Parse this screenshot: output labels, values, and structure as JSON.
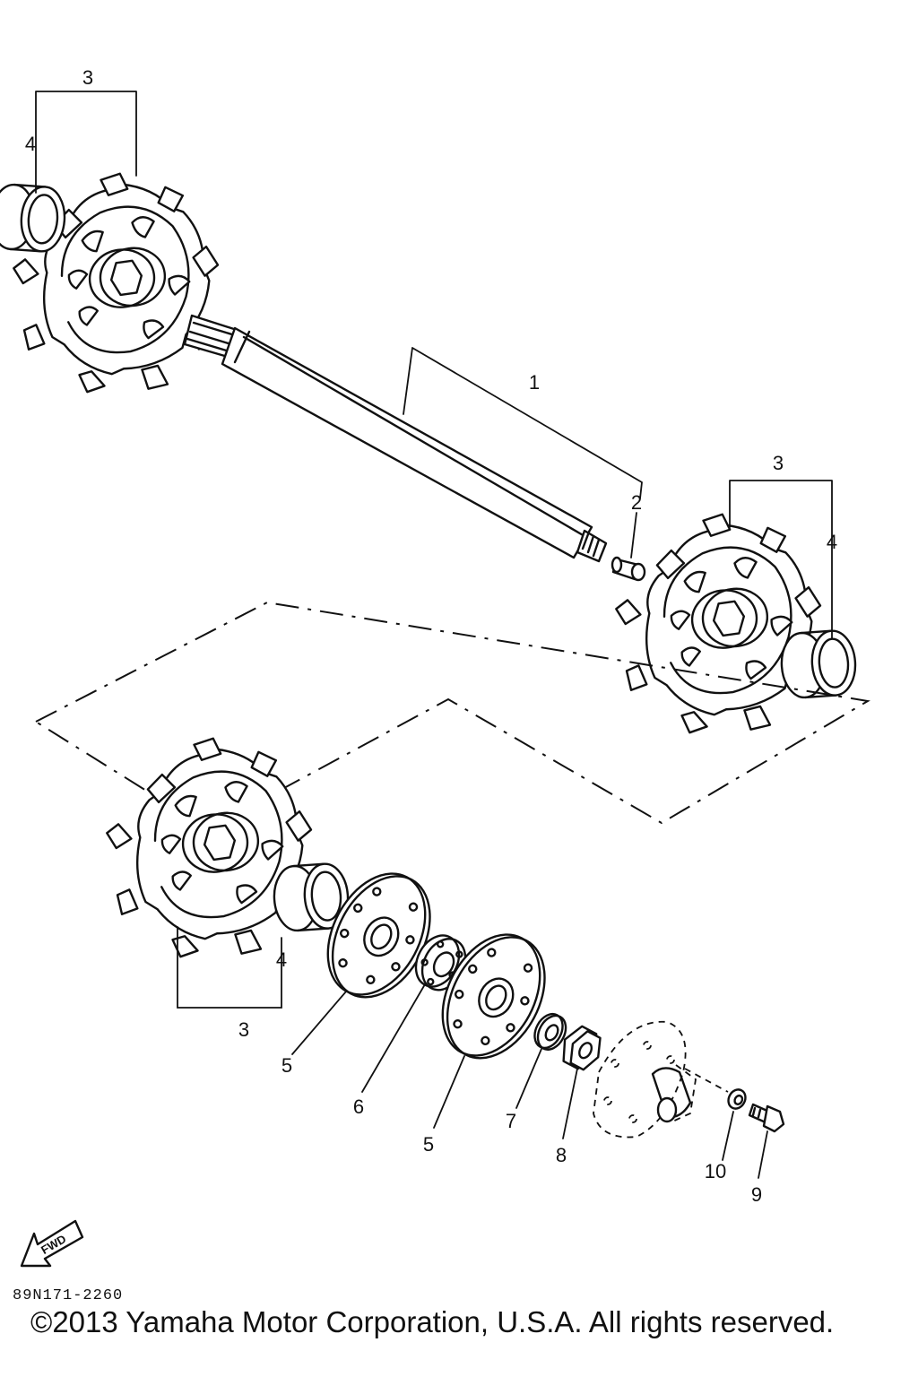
{
  "callouts": {
    "c1": "1",
    "c2": "2",
    "c3a": "3",
    "c3b": "3",
    "c3c": "3",
    "c4a": "4",
    "c4b": "4",
    "c4c": "4",
    "c5a": "5",
    "c5b": "5",
    "c6": "6",
    "c7": "7",
    "c8": "8",
    "c9": "9",
    "c10": "10"
  },
  "fwd_label": "FWD",
  "diagram_code": "89N171-2260",
  "copyright": "©2013 Yamaha Motor Corporation, U.S.A. All rights reserved."
}
